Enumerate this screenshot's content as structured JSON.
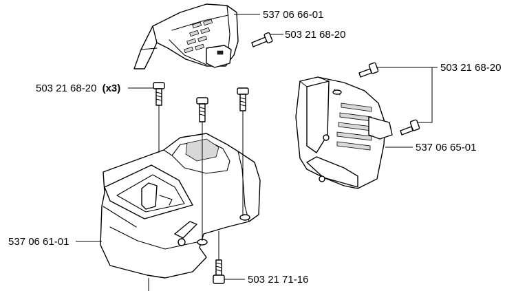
{
  "labels": {
    "top_cover": "537 06 66-01",
    "top_cover_screw": "503 21 68-20",
    "main_screws": "503 21 68-20",
    "main_screws_qty": "(x3)",
    "right_screws": "503 21 68-20",
    "right_cover": "537 06 65-01",
    "main_cover": "537 06 61-01",
    "bottom_screw": "503 21 71-16"
  },
  "colors": {
    "line": "#000000",
    "background": "#ffffff"
  }
}
